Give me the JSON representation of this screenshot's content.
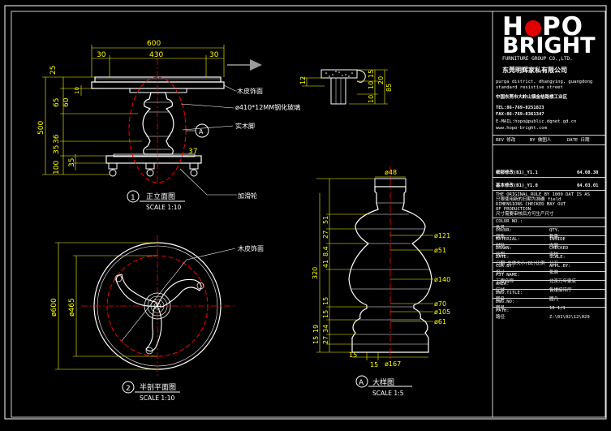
{
  "colors": {
    "background": "#000000",
    "outline": "#ffffff",
    "dimension": "#ffff00",
    "centerline": "#ff0000",
    "leader": "#ffffff",
    "label": "#ffffff",
    "logo_accent": "#e00000"
  },
  "icons": {
    "logo_dot": "red-circle-icon",
    "section_marker": "circle-callout-icon",
    "direction_arrow": "arrow-right-icon"
  },
  "front_view": {
    "dims_top": [
      "600",
      "30",
      "430",
      "30"
    ],
    "dims_left": [
      "25",
      "65",
      "60",
      "500",
      "35",
      "36",
      "100",
      "35"
    ],
    "dims_small": [
      "10",
      "37"
    ],
    "notes": [
      "木皮饰面",
      "ø410*12MM钢化玻璃",
      "实木脚",
      "加滑轮"
    ],
    "callout": "A",
    "title_num": "1",
    "title": "正立面图",
    "scale": "SCALE 1:10"
  },
  "edge_detail": {
    "dims": [
      "12",
      "15",
      "10",
      "20",
      "10",
      "85"
    ]
  },
  "plan_view": {
    "dims": [
      "ø600",
      "ø465"
    ],
    "note": "木皮饰面",
    "title_num": "2",
    "title": "半剖平面图",
    "scale": "SCALE 1:10"
  },
  "detail_view": {
    "dims_left": [
      "51",
      "27",
      "8.4",
      "41",
      "320",
      "15",
      "15",
      "27",
      "34",
      "15",
      "19"
    ],
    "dims_right": [
      "ø48",
      "ø121",
      "ø51",
      "ø140",
      "ø70",
      "ø105",
      "ø61",
      "ø167"
    ],
    "dims_bottom": [
      "15",
      "15"
    ],
    "title_num": "A",
    "title": "大样图",
    "scale": "SCALE 1:5"
  },
  "title_block": {
    "logo_h": "H",
    "logo_po": "PO",
    "logo_bright": "BRIGHT",
    "logo_group": "FURNITURE GROUP CO.,LTD.",
    "logo_cn": "东莞明辉家私有限公司",
    "address_en": [
      "purga district, dhangying, guangdong",
      "standard resistive street"
    ],
    "address_cn": "中国东莞市大岭山镇金桔路楼工业区",
    "tel": "TEL:86-769-8251823",
    "fax": "FAX:86-769-8361347",
    "email": "E-MAIL:hopo@public.dgnet.gd.cn",
    "web": "www.hopo-bright.com",
    "rev_header": [
      "REV 修改",
      "BY 做图人",
      "DATE 日期"
    ],
    "revisions": [
      {
        "text": "细部修改(B1)_Y1.1",
        "date": "04.08.30"
      },
      {
        "text": "基本修改(B1)_Y1.0",
        "date": "04.03.01"
      }
    ],
    "notice": [
      "THE ORIGINAL RULE BY 1000 DAT IS AS",
      "只限使用新的日期为准确 field",
      "DIMENSIONS CHECKED MAY OUT",
      "OF PRODUCTION",
      "尺寸需要审核后方可生产尺寸"
    ],
    "fields": [
      {
        "label": "COLOR NO.:",
        "value": ""
      },
      {
        "label": "色号",
        "value": ""
      },
      {
        "label": "COLOR:",
        "value": "QTY."
      },
      {
        "label": "颜色",
        "value": "数量"
      },
      {
        "label": "MATERIAL:",
        "value": "INSIDE"
      },
      {
        "label": "材料",
        "value": "内侧"
      },
      {
        "label": "DRAWN:",
        "value": "CHECKED"
      },
      {
        "label": "绘图",
        "value": "审核"
      },
      {
        "label": "DATE:",
        "value": "SCALE:"
      },
      {
        "label": "日期  总体大小(B1)比例",
        "value": "分开"
      },
      {
        "label": "CUR.BY:",
        "value": "APPL.BY:"
      },
      {
        "label": "设计",
        "value": "批准"
      },
      {
        "label": "PJT NAME:",
        "value": ""
      },
      {
        "label": "工程名称",
        "value": "北京万年家店"
      },
      {
        "label": "AREA:",
        "value": ""
      },
      {
        "label": "区域",
        "value": "售楼接待厅"
      },
      {
        "label": "DWG.TITLE:",
        "value": ""
      },
      {
        "label": "图名",
        "value": "圆几"
      },
      {
        "label": "DWG.NO:",
        "value": ""
      },
      {
        "label": "图号",
        "value": "10        1/1"
      },
      {
        "label": "PATH:",
        "value": ""
      },
      {
        "label": "路径",
        "value": "Z:\\01\\02\\12\\029"
      }
    ]
  }
}
